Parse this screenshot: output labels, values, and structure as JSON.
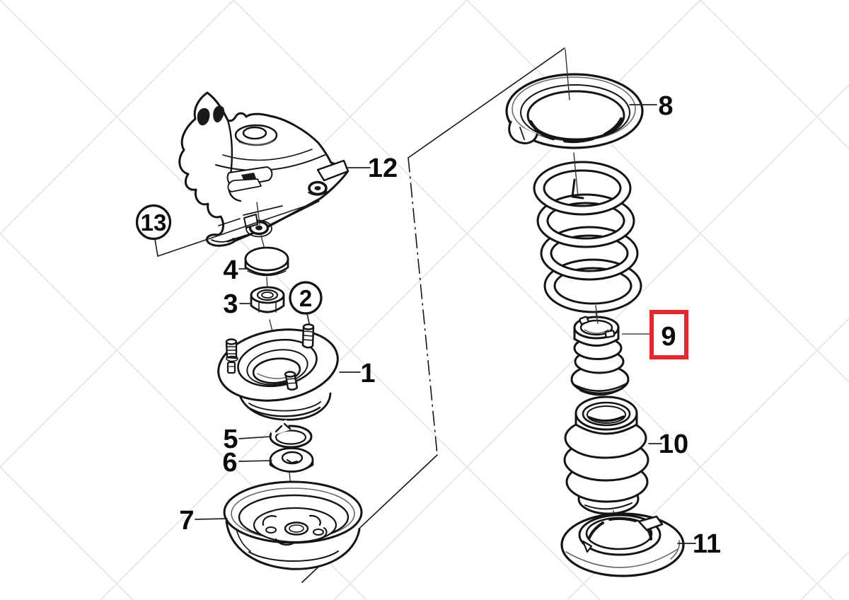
{
  "diagram": {
    "type": "exploded-parts-diagram",
    "colors": {
      "background": "#ffffff",
      "line": "#141414",
      "watermark": "#e8e8e8",
      "highlight": "#e8262b"
    },
    "highlight": {
      "label": "9"
    },
    "labels": [
      {
        "text": "1",
        "style": "plain"
      },
      {
        "text": "2",
        "style": "circled"
      },
      {
        "text": "3",
        "style": "plain"
      },
      {
        "text": "4",
        "style": "plain"
      },
      {
        "text": "5",
        "style": "plain"
      },
      {
        "text": "6",
        "style": "plain"
      },
      {
        "text": "7",
        "style": "plain"
      },
      {
        "text": "8",
        "style": "plain"
      },
      {
        "text": "9",
        "style": "boxed-highlight"
      },
      {
        "text": "10",
        "style": "plain"
      },
      {
        "text": "11",
        "style": "plain"
      },
      {
        "text": "12",
        "style": "plain"
      },
      {
        "text": "13",
        "style": "circled"
      }
    ]
  }
}
